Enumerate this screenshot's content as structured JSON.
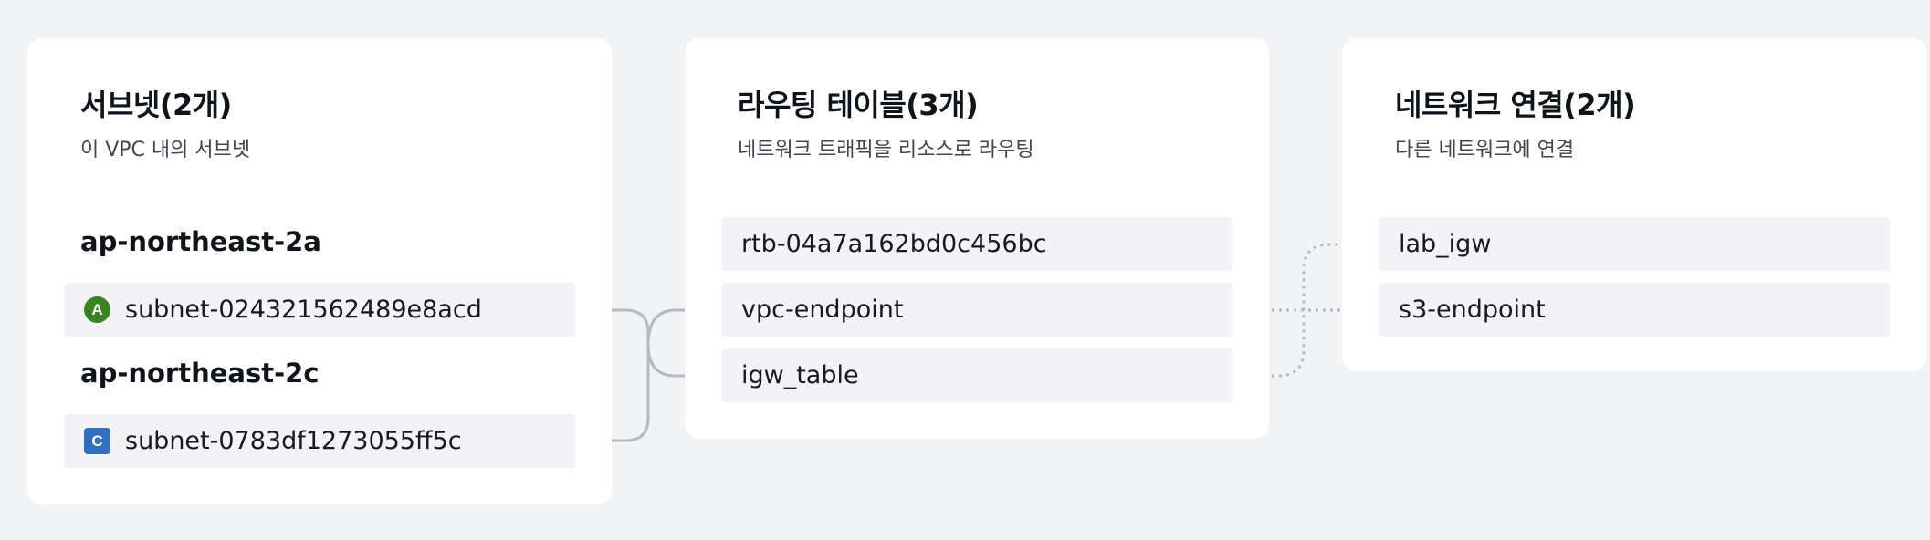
{
  "subnets": {
    "title": "서브넷(2개)",
    "subtitle": "이 VPC 내의 서브넷",
    "zones": [
      {
        "name": "ap-northeast-2a",
        "badge": "A",
        "badge_color": "#3c8224",
        "subnet": "subnet-024321562489e8acd"
      },
      {
        "name": "ap-northeast-2c",
        "badge": "C",
        "badge_color": "#2f6fbd",
        "subnet": "subnet-0783df1273055ff5c"
      }
    ]
  },
  "route_tables": {
    "title": "라우팅 테이블(3개)",
    "subtitle": "네트워크 트래픽을 리소스로 라우팅",
    "items": [
      "rtb-04a7a162bd0c456bc",
      "vpc-endpoint",
      "igw_table"
    ]
  },
  "network_connections": {
    "title": "네트워크 연결(2개)",
    "subtitle": "다른 네트워크에 연결",
    "items": [
      "lab_igw",
      "s3-endpoint"
    ]
  },
  "colors": {
    "page_background": "#f2f3f5",
    "card_background": "#ffffff",
    "item_background": "#f3f3f6",
    "connector_line": "#b6b9bd"
  }
}
